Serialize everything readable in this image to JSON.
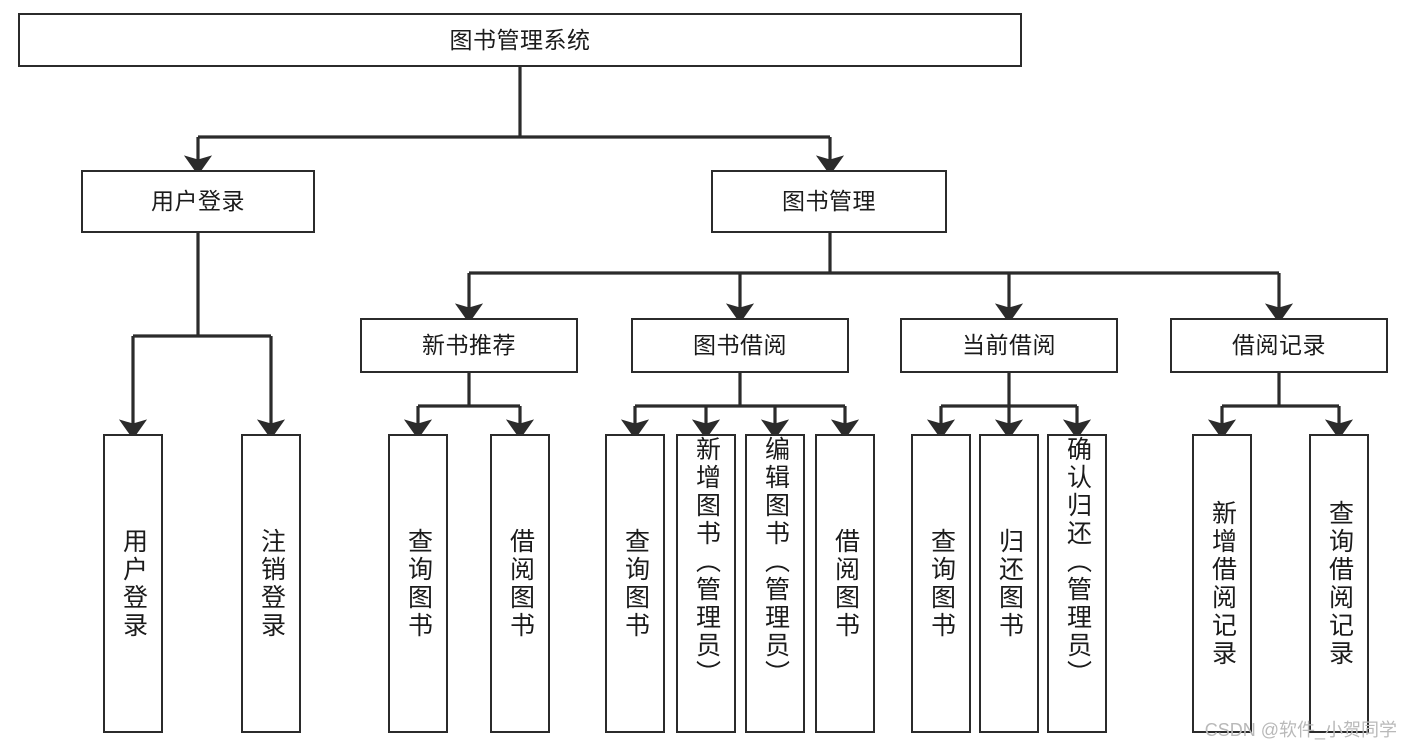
{
  "diagram": {
    "title": "图书管理系统",
    "type": "tree-hierarchy-diagram",
    "watermark": "CSDN @软件_小贺同学",
    "colors": {
      "box_border": "#2b2b2b",
      "box_fill": "#ffffff",
      "connector": "#2b2b2b",
      "text": "#1b1b1b",
      "watermark": "#b9b9b9",
      "background": "#ffffff"
    },
    "nodes": {
      "root": {
        "label": "图书管理系统"
      },
      "level2": [
        {
          "label": "用户登录"
        },
        {
          "label": "图书管理"
        }
      ],
      "level3": [
        {
          "label": "新书推荐"
        },
        {
          "label": "图书借阅"
        },
        {
          "label": "当前借阅"
        },
        {
          "label": "借阅记录"
        }
      ],
      "leaves": {
        "user_login": [
          {
            "label": "用户登录"
          },
          {
            "label": "注销登录"
          }
        ],
        "new_book_recommend": [
          {
            "label": "查询图书"
          },
          {
            "label": "借阅图书"
          }
        ],
        "book_borrow": [
          {
            "label": "查询图书"
          },
          {
            "label": "新增图书（管理员）"
          },
          {
            "label": "编辑图书（管理员）"
          },
          {
            "label": "借阅图书"
          }
        ],
        "current_borrow": [
          {
            "label": "查询图书"
          },
          {
            "label": "归还图书"
          },
          {
            "label": "确认归还（管理员）"
          }
        ],
        "borrow_record": [
          {
            "label": "新增借阅记录"
          },
          {
            "label": "查询借阅记录"
          }
        ]
      }
    }
  }
}
